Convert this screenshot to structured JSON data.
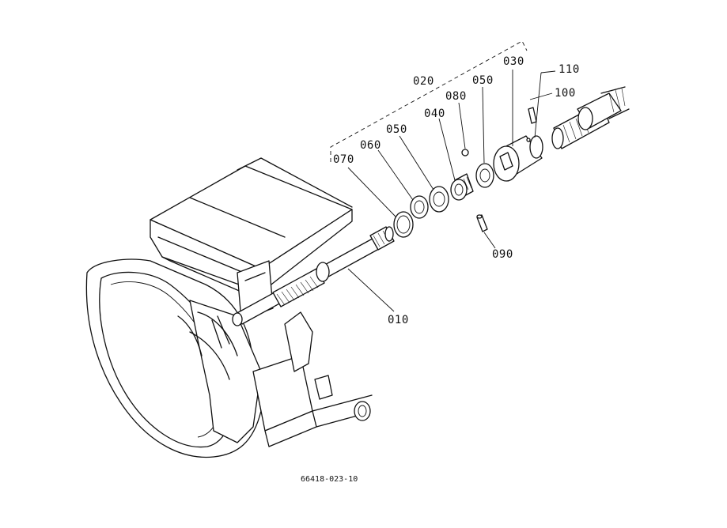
{
  "parts": {
    "p010": "010",
    "p020": "020",
    "p030": "030",
    "p040": "040",
    "p050a": "050",
    "p050b": "050",
    "p060": "060",
    "p070": "070",
    "p080": "080",
    "p090": "090",
    "p100": "100",
    "p110": "110"
  },
  "caption": "66418-023-10"
}
